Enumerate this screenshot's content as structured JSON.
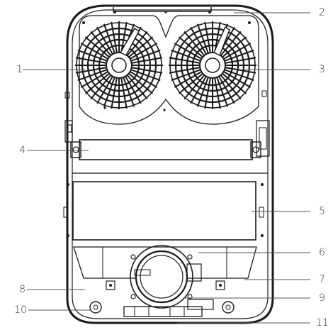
{
  "diagram": {
    "callouts": [
      {
        "id": "c1",
        "label": "1",
        "side": "left"
      },
      {
        "id": "c2",
        "label": "2",
        "side": "right"
      },
      {
        "id": "c3",
        "label": "3",
        "side": "right"
      },
      {
        "id": "c4",
        "label": "4",
        "side": "left"
      },
      {
        "id": "c5",
        "label": "5",
        "side": "right"
      },
      {
        "id": "c6",
        "label": "6",
        "side": "right"
      },
      {
        "id": "c7",
        "label": "7",
        "side": "right"
      },
      {
        "id": "c8",
        "label": "8",
        "side": "left"
      },
      {
        "id": "c9",
        "label": "9",
        "side": "right"
      },
      {
        "id": "c10",
        "label": "10",
        "side": "left"
      },
      {
        "id": "c11",
        "label": "11",
        "side": "right"
      }
    ],
    "colors": {
      "line": "#1a1a1a",
      "label": "#333333",
      "leader": "#555555"
    }
  }
}
